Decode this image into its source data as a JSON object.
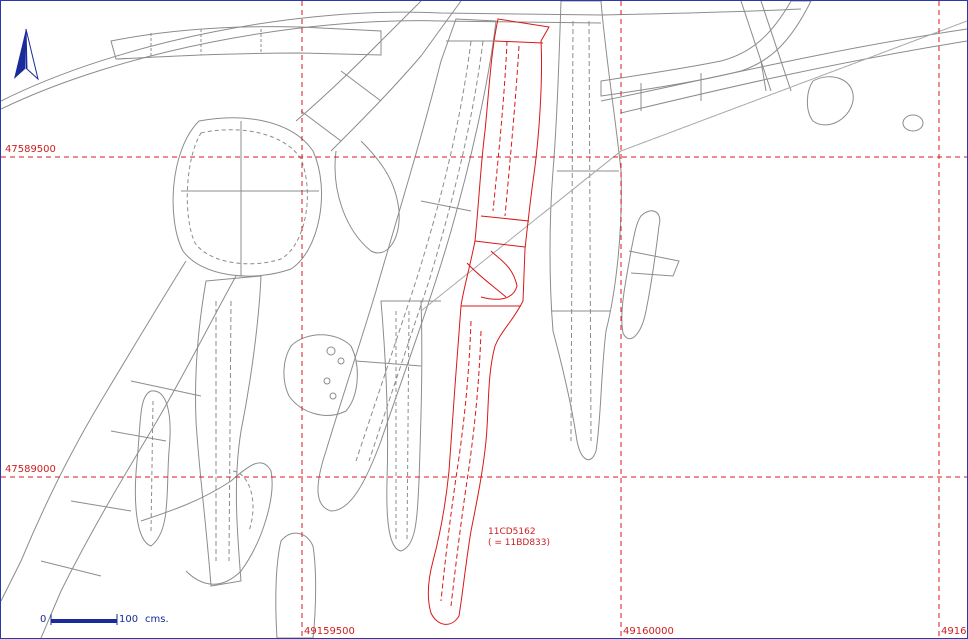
{
  "grid": {
    "northings": [
      "47589500",
      "47589000"
    ],
    "eastings": [
      "49159500",
      "49160000",
      "4916"
    ]
  },
  "highlight": {
    "id_line1": "11CD5162",
    "id_line2": "( = 11BD833)"
  },
  "scale_bar": {
    "start_label": "0",
    "end_label": "100",
    "unit_label": "cms."
  },
  "colors": {
    "outline": "#8c8c8c",
    "highlight": "#d81818",
    "grid": "#d81818",
    "north_arrow": "#1a2a9a"
  },
  "north_arrow_icon": "north-arrow-icon"
}
